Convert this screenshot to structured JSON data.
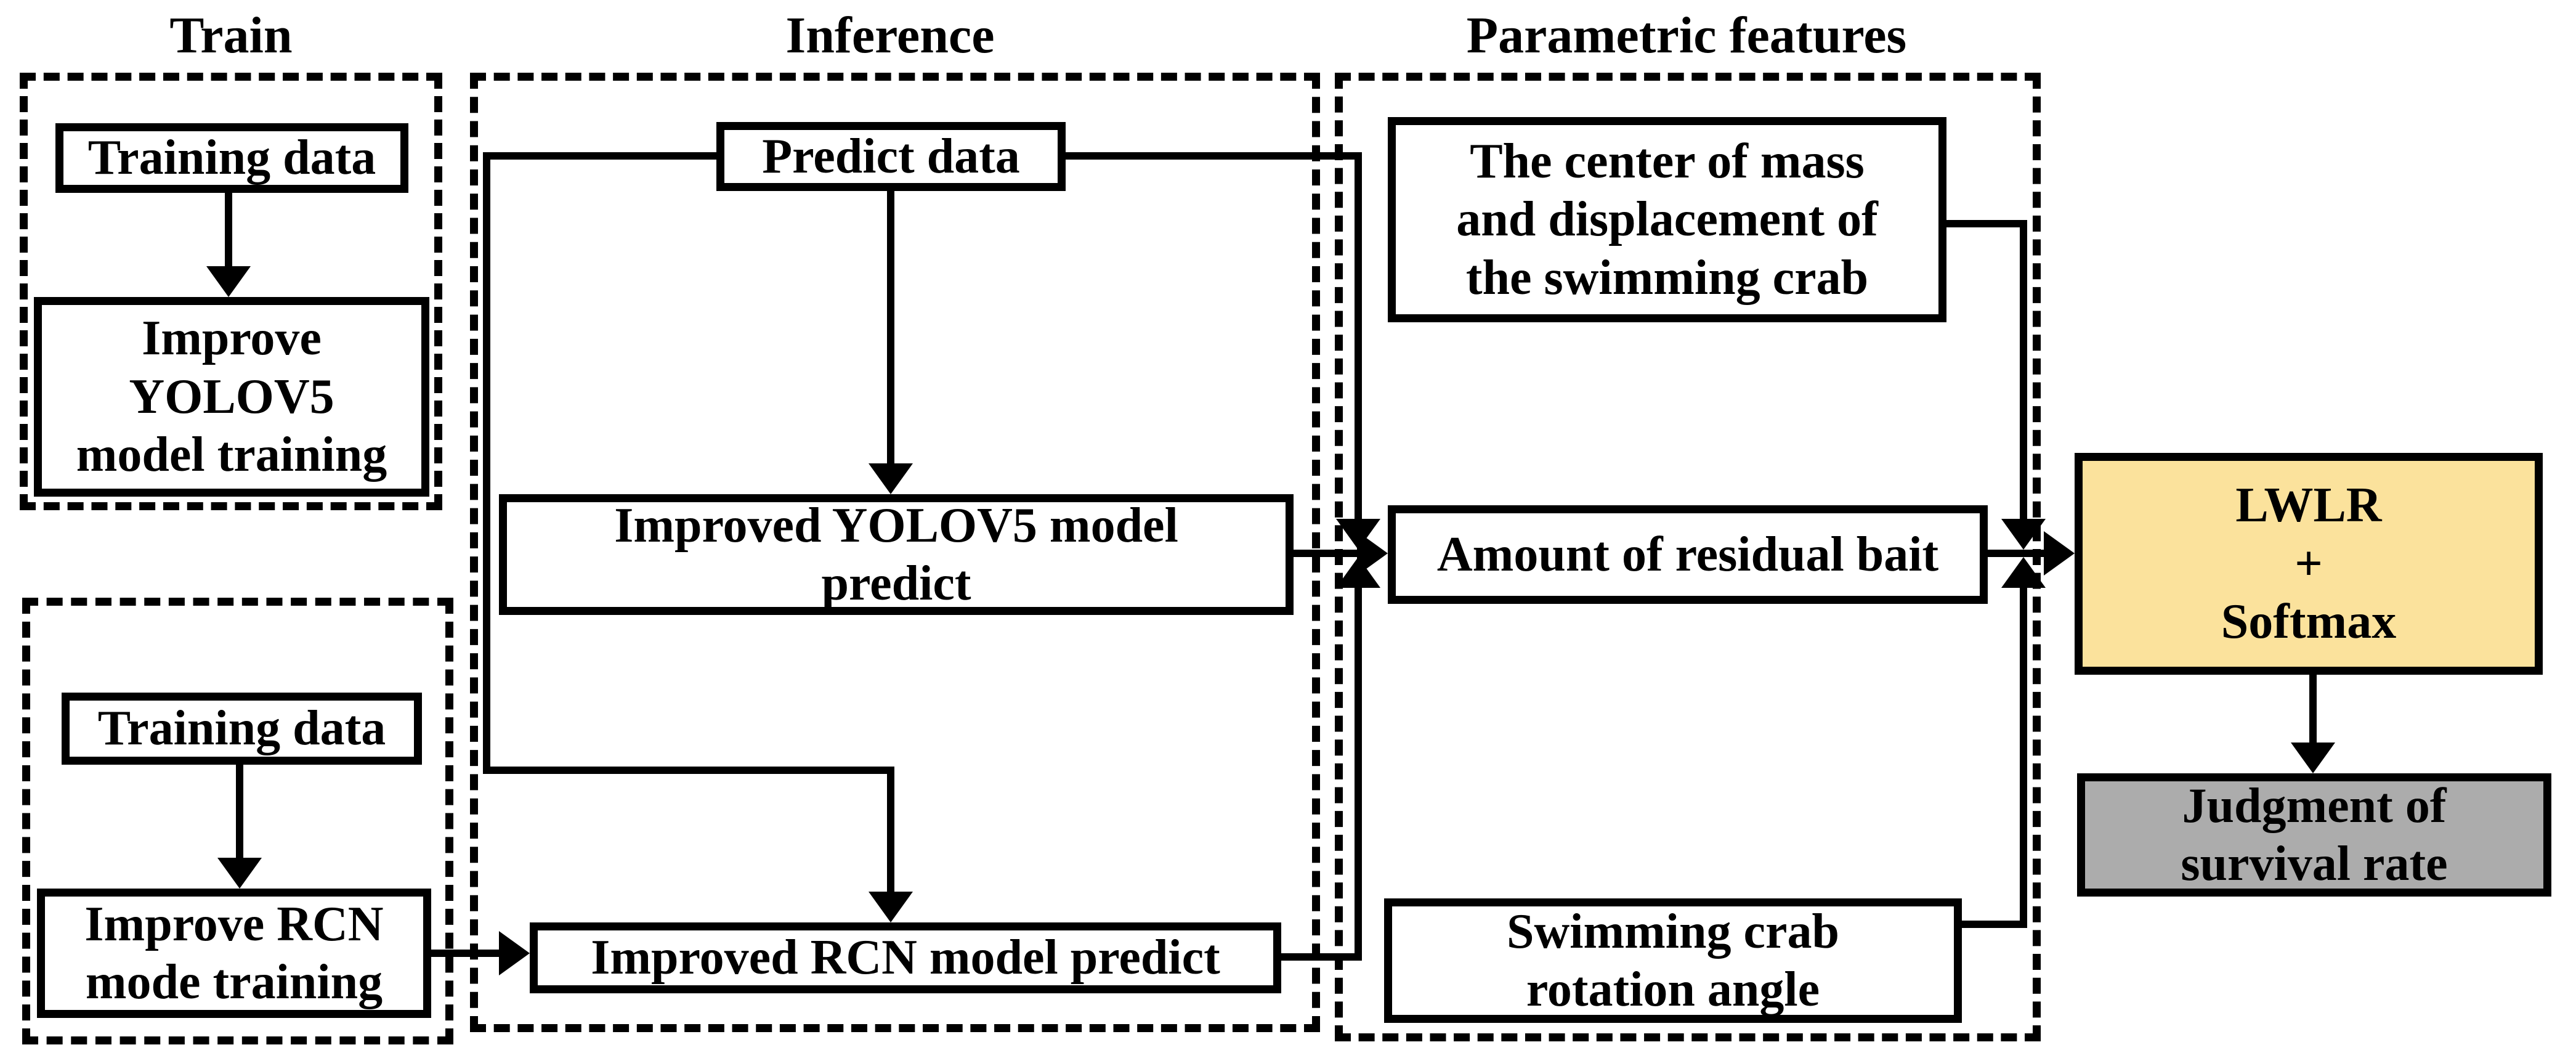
{
  "sections": {
    "train": {
      "title": "Train"
    },
    "inference": {
      "title": "Inference"
    },
    "parametric": {
      "title": "Parametric features"
    }
  },
  "boxes": {
    "training_data_1": {
      "label": "Training data"
    },
    "improve_yolov5_training": {
      "lines": [
        "Improve",
        "YOLOV5",
        "model training"
      ]
    },
    "training_data_2": {
      "label": "Training data"
    },
    "improve_rcn_training": {
      "lines": [
        "Improve RCN",
        "mode training"
      ]
    },
    "predict_data": {
      "label": "Predict data"
    },
    "improved_yolov5_predict": {
      "lines": [
        "Improved YOLOV5 model",
        "predict"
      ]
    },
    "improved_rcn_predict": {
      "label": "Improved RCN model predict"
    },
    "center_of_mass": {
      "lines": [
        "The center of mass",
        "and displacement of",
        "the swimming crab"
      ]
    },
    "residual_bait": {
      "label": "Amount of residual bait"
    },
    "rotation_angle": {
      "lines": [
        "Swimming crab",
        "rotation angle"
      ]
    },
    "lwlr_softmax": {
      "lines": [
        "LWLR",
        "+",
        "Softmax"
      ]
    },
    "judgment": {
      "lines": [
        "Judgment of",
        "survival rate"
      ]
    }
  },
  "colors": {
    "line": "#000000",
    "box_border": "#000000",
    "box_fill": "#FFFFFF",
    "lwlr_fill": "#FBE29C",
    "judgment_fill": "#ACACAC",
    "background": "#FFFFFF"
  }
}
